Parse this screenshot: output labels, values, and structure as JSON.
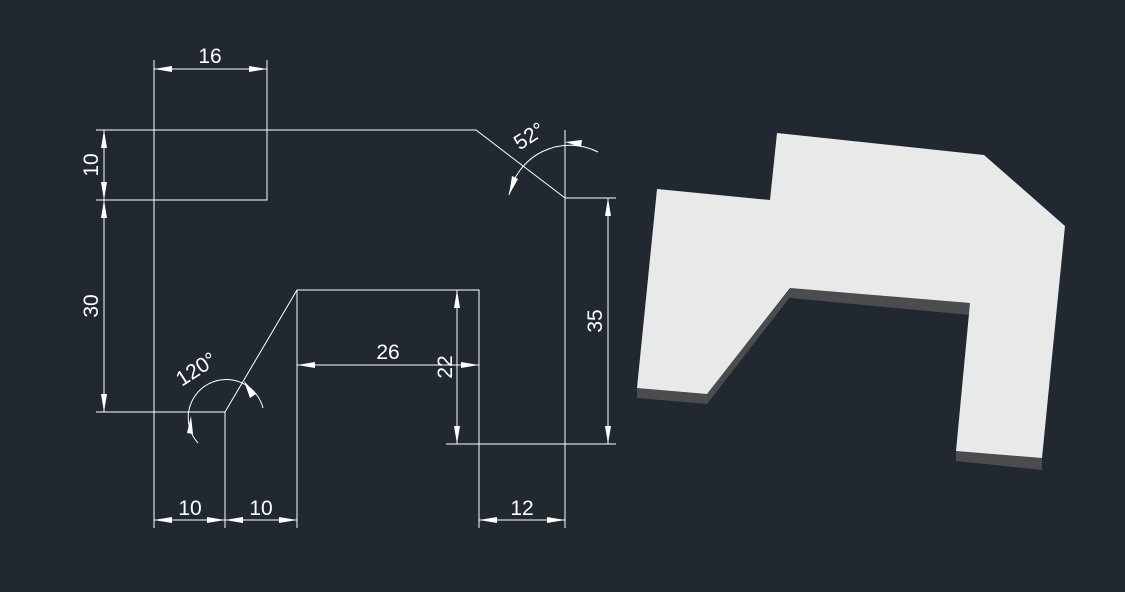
{
  "drawing": {
    "dimensions": {
      "top_width": "16",
      "top_height": "10",
      "left_height": "30",
      "right_height": "35",
      "notch_width": "26",
      "notch_depth": "22",
      "bottom_left_a": "10",
      "bottom_left_b": "10",
      "bottom_right": "12",
      "angle_top_right": "52°",
      "angle_bottom_left": "120°"
    }
  },
  "colors": {
    "background": "#212830",
    "lines": "#ffffff",
    "model_top": "#e8eaea",
    "model_side": "#4a4c4e"
  }
}
